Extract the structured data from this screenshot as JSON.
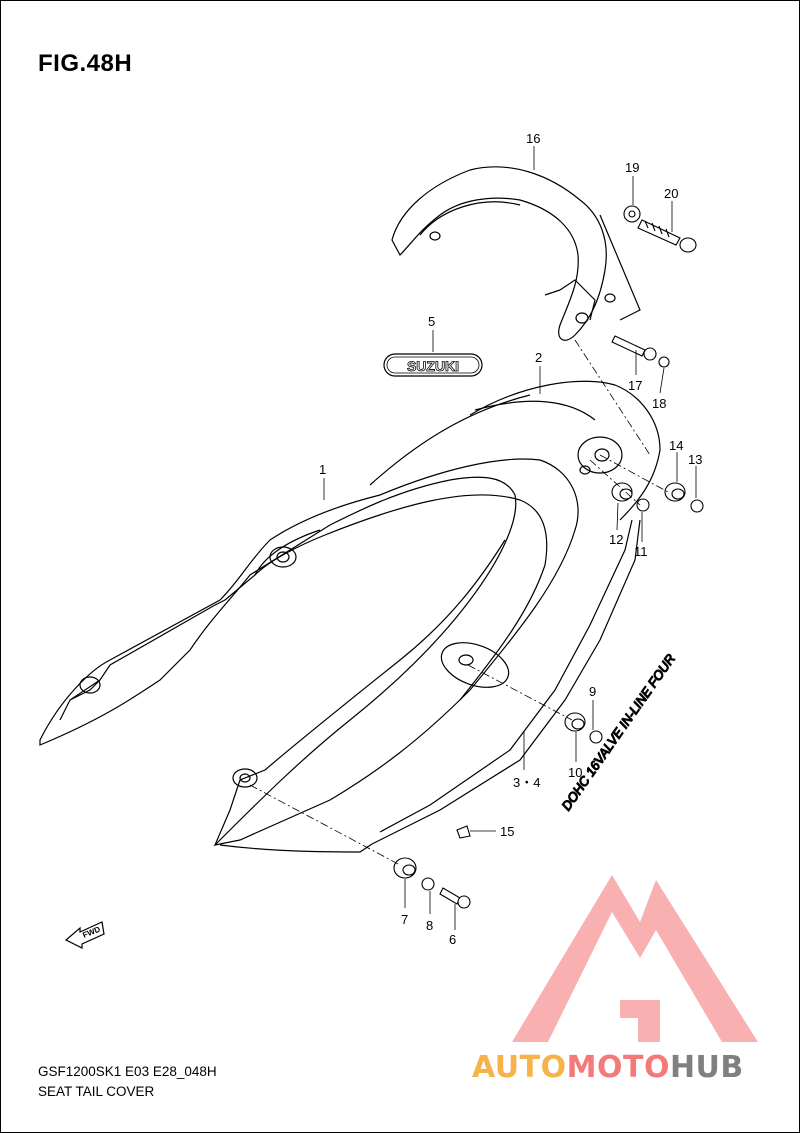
{
  "figure": {
    "title": "FIG.48H",
    "model_code": "GSF1200SK1 E03 E28_048H",
    "name": "SEAT TAIL COVER"
  },
  "labels": {
    "p1": "1",
    "p2": "2",
    "p34": "3・4",
    "p5": "5",
    "p6": "6",
    "p7": "7",
    "p8": "8",
    "p9": "9",
    "p10": "10",
    "p11": "11",
    "p12": "12",
    "p13": "13",
    "p14": "14",
    "p15": "15",
    "p16": "16",
    "p17": "17",
    "p18": "18",
    "p19": "19",
    "p20": "20"
  },
  "decals": {
    "emblem": "SUZUKI",
    "side_stripe": "DOHC 16VALVE IN-LINE FOUR",
    "fwd_arrow": "FWD"
  },
  "watermark": {
    "part1": "AUTO",
    "part2": "MOTO",
    "part3": "HUB",
    "colors": {
      "logo_pink": "#f47a7a",
      "logo_orange": "#f7b24a",
      "logo_gray": "#808080"
    }
  }
}
